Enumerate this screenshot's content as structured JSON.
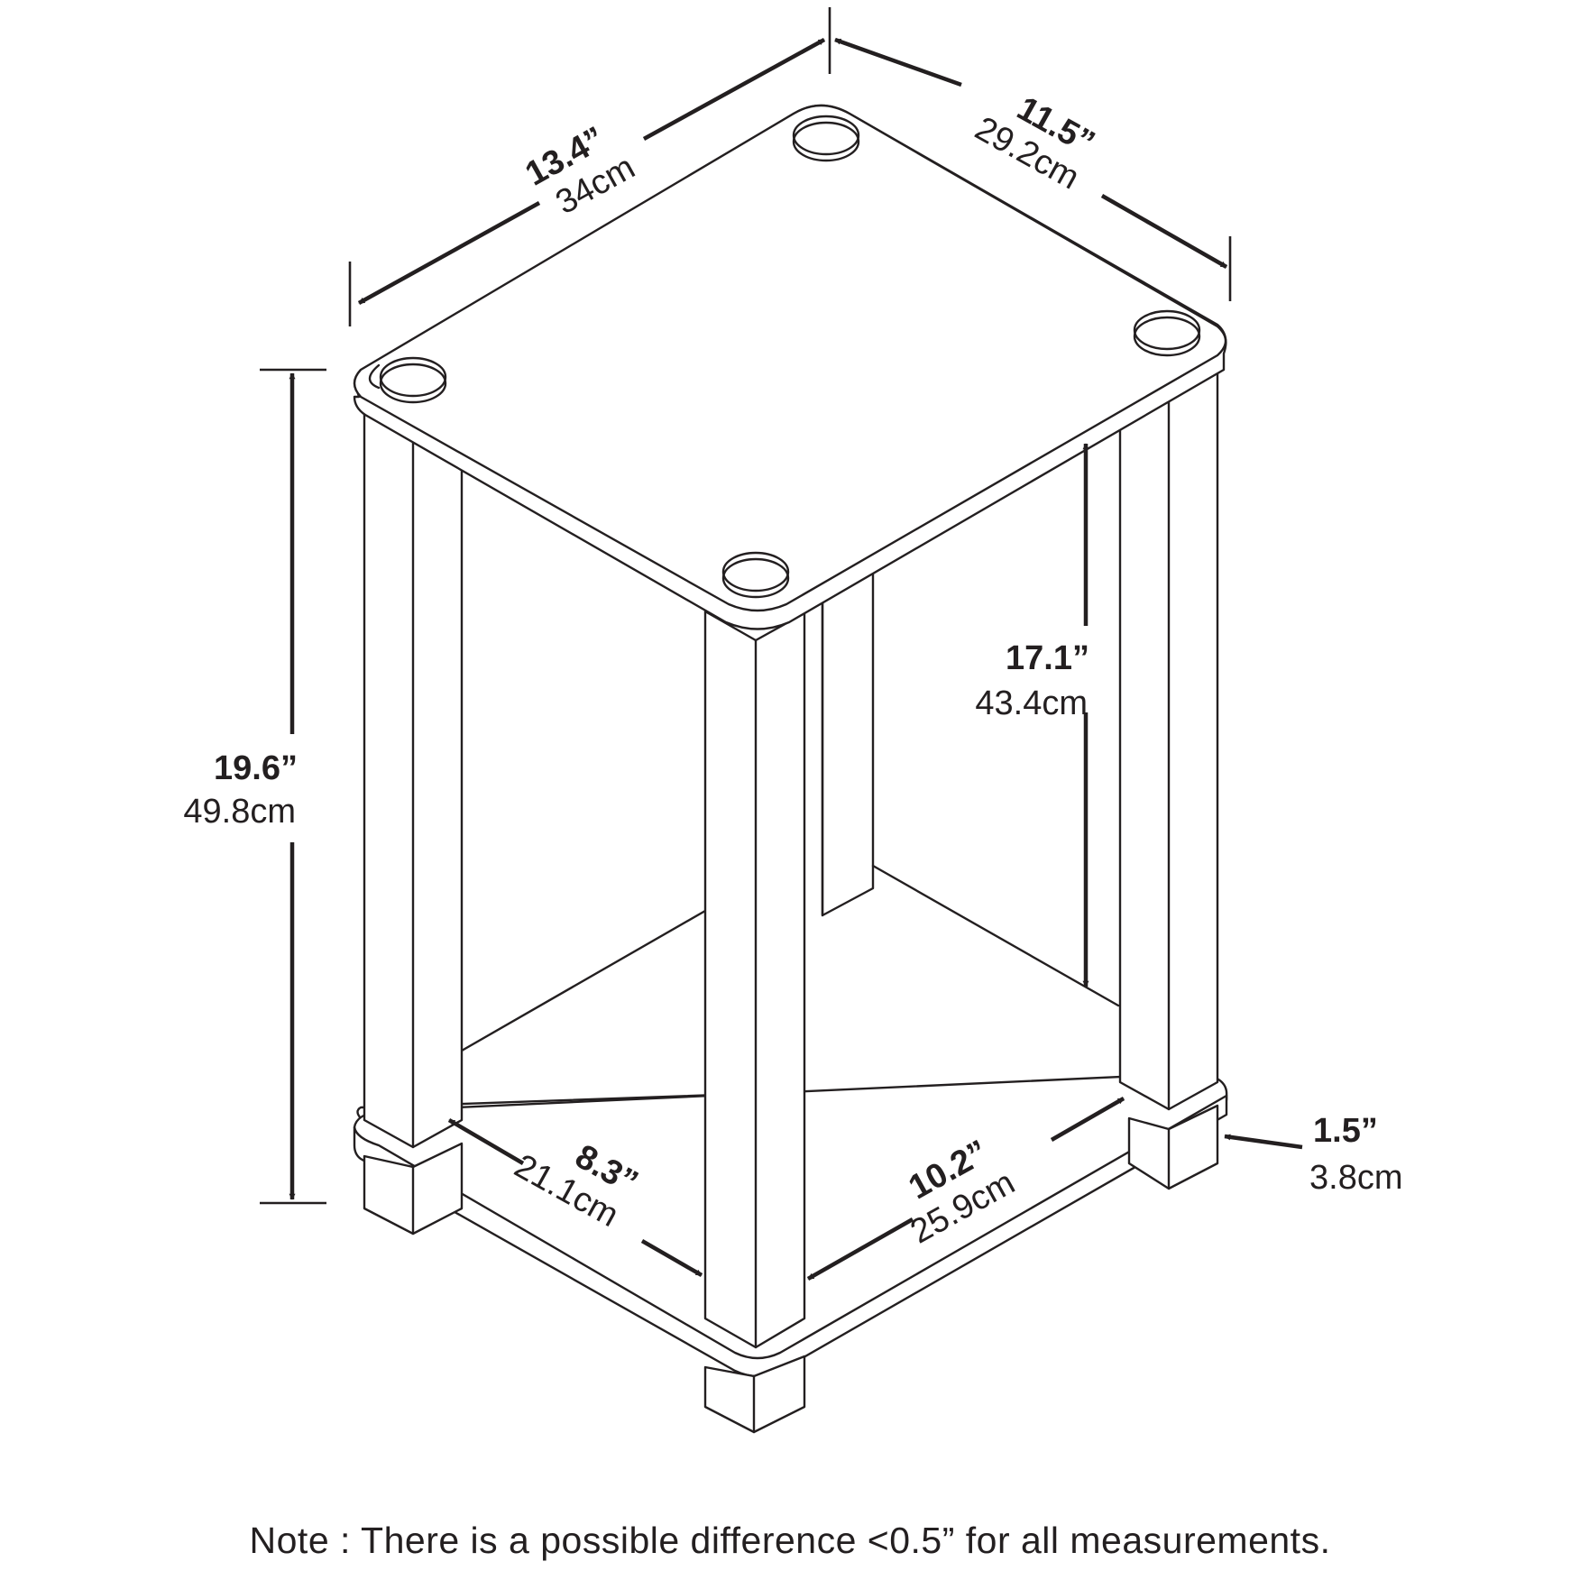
{
  "dimensions": {
    "top_width": {
      "inches": "13.4”",
      "cm": "34cm"
    },
    "top_depth": {
      "inches": "11.5”",
      "cm": "29.2cm"
    },
    "total_height": {
      "inches": "19.6”",
      "cm": "49.8cm"
    },
    "clearance_height": {
      "inches": "17.1”",
      "cm": "43.4cm"
    },
    "inner_depth": {
      "inches": "8.3”",
      "cm": "21.1cm"
    },
    "inner_width": {
      "inches": "10.2”",
      "cm": "25.9cm"
    },
    "foot_height": {
      "inches": "1.5”",
      "cm": "3.8cm"
    }
  },
  "note": "Note : There is a possible difference <0.5” for all measurements.",
  "colors": {
    "line": "#231f20",
    "background": "#ffffff"
  }
}
